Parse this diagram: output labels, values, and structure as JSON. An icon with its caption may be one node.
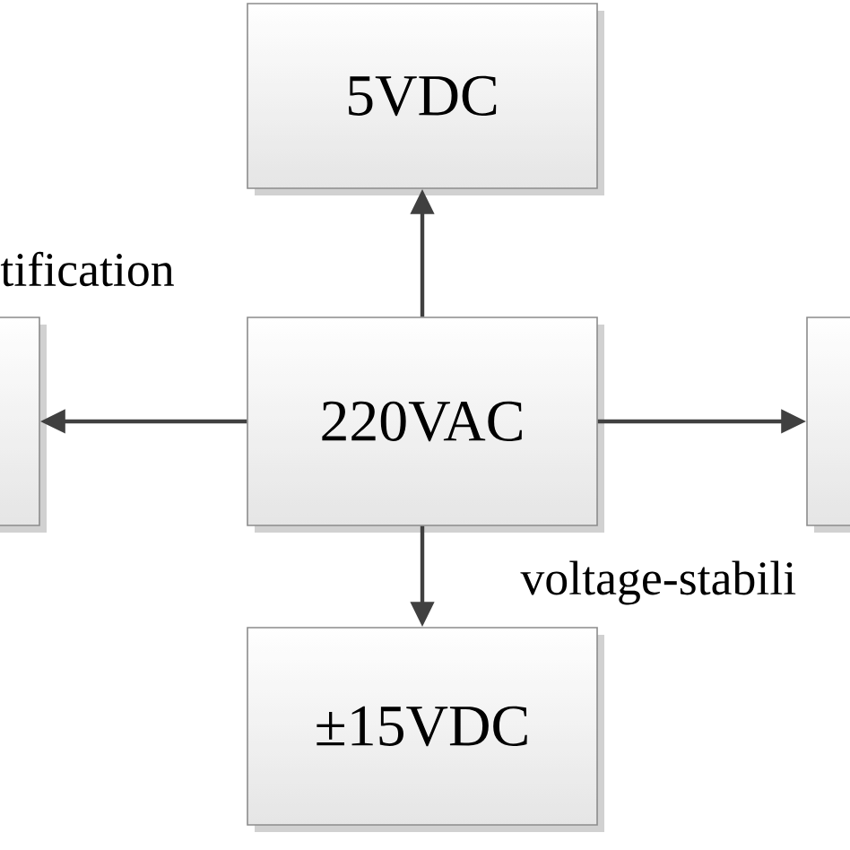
{
  "diagram": {
    "nodes": [
      {
        "text": [
          "5VDC"
        ]
      },
      {
        "text": [],
        "shape": "box"
      },
      {
        "text": [
          "220VAC"
        ]
      },
      {
        "text": [],
        "shape": "box"
      },
      {
        "text": [
          "±15VDC"
        ]
      }
    ],
    "edges": [
      {
        "from": 2,
        "to": 0,
        "arrow": "to"
      },
      {
        "from": 2,
        "to": 1,
        "arrow": "to"
      },
      {
        "from": 2,
        "to": 3,
        "arrow": "to"
      },
      {
        "from": 2,
        "to": 4,
        "arrow": "to"
      }
    ],
    "labels": [
      "tification",
      "voltage-stabili"
    ]
  }
}
